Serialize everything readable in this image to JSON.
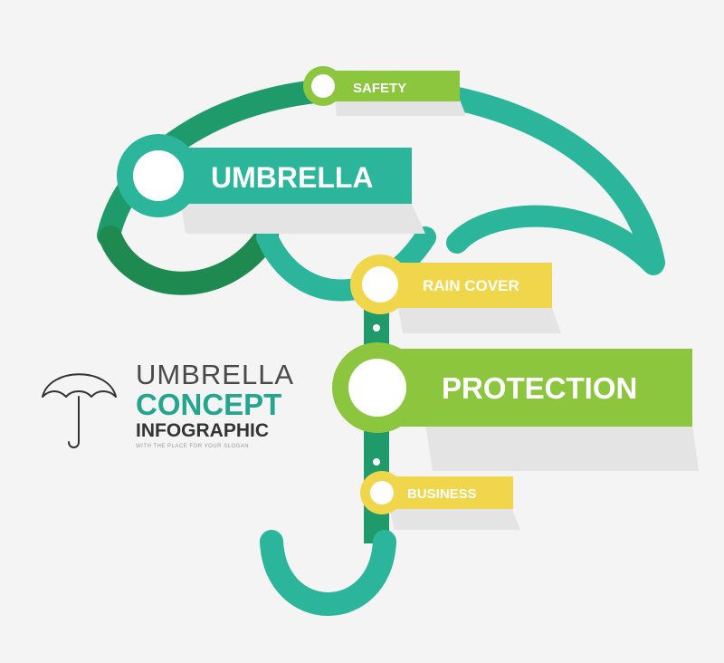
{
  "labels": {
    "safety": "SAFETY",
    "umbrella": "UMBRELLA",
    "rain_cover": "RAIN COVER",
    "protection": "PROTECTION",
    "business": "BUSINESS"
  },
  "title": {
    "line1": "UMBRELLA",
    "line2": "CONCEPT",
    "line3": "INFOGRAPHIC",
    "slogan": "WITH THE PLACE FOR YOUR SLOGAN"
  },
  "icons": {
    "umbrella_outline": "umbrella-icon"
  },
  "colors": {
    "dark_green": "#1e8a4f",
    "teal": "#2bb59a",
    "light_green": "#8cc63f",
    "yellow": "#f0d64a",
    "text_dark": "#333333",
    "text_teal": "#25a58f"
  }
}
